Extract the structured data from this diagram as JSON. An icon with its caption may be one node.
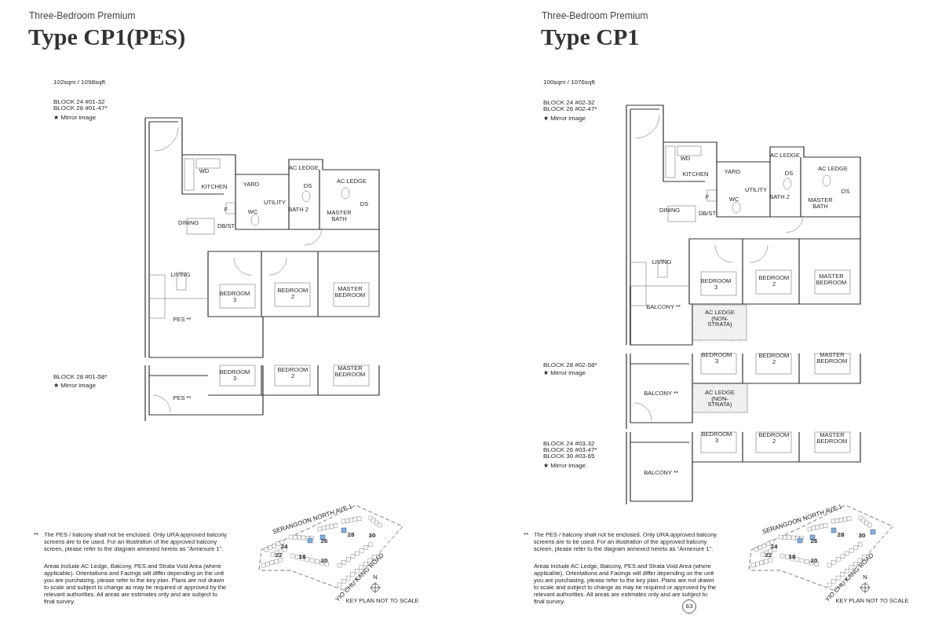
{
  "diagram": {
    "labels": [
      "Three-Bedroom Premium",
      "Type CP1(PES)",
      "102sqm / 1098sqft",
      "BLOCK 24 #01-32",
      "BLOCK 26 #01-47*",
      "★ Mirror image",
      "AC LEDGE",
      "WD",
      "AC LEDGE",
      "YARD",
      "DS",
      "KITCHEN",
      "UTILITY",
      "F",
      "BATH 2",
      "DS",
      "WC",
      "MASTER BATH",
      "DINING",
      "DB/ST",
      "LIVING",
      "MASTER BEDROOM",
      "BEDROOM 2",
      "BEDROOM 3",
      "PES **",
      "BLOCK 28 #01-58*",
      "★ Mirror image",
      "MASTER BEDROOM",
      "BEDROOM 2",
      "BEDROOM 3",
      "PES **",
      "**",
      "The PES / balcony shall not be enclosed. Only URA approved balcony screens are to be used. For an illustration of the approved balcony screen, please refer to the diagram annexed hereto as \"Annexure 1\".",
      "Areas include AC Ledge, Balcony, PES and Strata Void Area (where applicable). Orientations and Facings will differ depending on the unit you are purchasing, please refer to the key plan. Plans are not drawn to scale and subject to change as may be required or approved by the relevant authorities. All areas are estimates only and are subject to final survey.",
      "SERANGOON NORTH AVE 1",
      "24",
      "26",
      "28",
      "30",
      "22",
      "18",
      "20",
      "YIO CHU KANG ROAD",
      "N",
      "KEY PLAN NOT TO SCALE",
      "Three-Bedroom Premium",
      "Type CP1",
      "100sqm / 1076sqft",
      "BLOCK 24 #02-32",
      "BLOCK 26 #02-47*",
      "★ Mirror image",
      "AC LEDGE",
      "WD",
      "AC LEDGE",
      "YARD",
      "DS",
      "KITCHEN",
      "UTILITY",
      "F",
      "BATH 2",
      "DS",
      "WC",
      "MASTER BATH",
      "DINING",
      "DB/ST",
      "LIVING",
      "MASTER BEDROOM",
      "BEDROOM 2",
      "BEDROOM 3",
      "BALCONY **",
      "AC LEDGE (NON-STRATA)",
      "BLOCK 28 #02-58*",
      "★ Mirror image",
      "MASTER BEDROOM",
      "BEDROOM 2",
      "BEDROOM 3",
      "BALCONY **",
      "AC LEDGE (NON-STRATA)",
      "BLOCK 24 #03-32",
      "BLOCK 26 #03-47*",
      "BLOCK 30 #03-65",
      "★ Mirror image",
      "MASTER BEDROOM",
      "BEDROOM 2",
      "BEDROOM 3",
      "BALCONY **",
      "**",
      "The PES / balcony shall not be enclosed. Only URA approved balcony screens are to be used. For an illustration of the approved balcony screen, please refer to the diagram annexed hereto as \"Annexure 1\".",
      "Areas include AC Ledge, Balcony, PES and Strata Void Area (where applicable). Orientations and Facings will differ depending on the unit you are purchasing, please refer to the key plan. Plans are not drawn to scale and subject to change as may be required or approved by the relevant authorities. All areas are estimates only and are subject to final survey.",
      "SERANGOON NORTH AVE 1",
      "24",
      "26",
      "28",
      "30",
      "22",
      "18",
      "20",
      "YIO CHU KANG ROAD",
      "N",
      "KEY PLAN NOT TO SCALE",
      "63"
    ]
  }
}
